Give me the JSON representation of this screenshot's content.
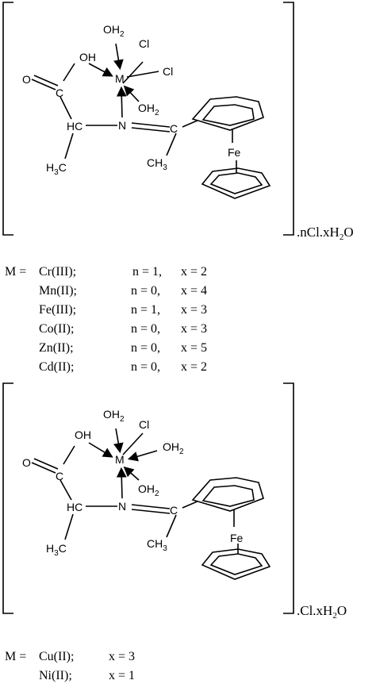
{
  "complex1": {
    "labels": {
      "oh_top": "OH",
      "cl1": "Cl",
      "oh": "OH",
      "metal": "M",
      "cl2": "Cl",
      "o": "O",
      "c": "C",
      "oh2_bot": "OH",
      "hc": "HC",
      "n": "N",
      "c_im": "C",
      "h3c": "H",
      "ch3": "CH",
      "fe": "Fe",
      "sub2": "2",
      "sub3": "3"
    },
    "suffix": ".nCl.xH",
    "suffix_sub": "2",
    "suffix_o": "O"
  },
  "table1": {
    "prefix": "M =",
    "rows": [
      {
        "metal": "Cr(III);",
        "n": "n = 1,",
        "x": "x = 2"
      },
      {
        "metal": "Mn(II);",
        "n": "n = 0,",
        "x": "x = 4"
      },
      {
        "metal": "Fe(III);",
        "n": "n = 1,",
        "x": "x = 3"
      },
      {
        "metal": "Co(II);",
        "n": "n = 0,",
        "x": "x = 3"
      },
      {
        "metal": "Zn(II);",
        "n": "n = 0,",
        "x": "x = 5"
      },
      {
        "metal": "Cd(II);",
        "n": "n = 0,",
        "x": "x = 2"
      }
    ]
  },
  "complex2": {
    "labels": {
      "oh_top": "OH",
      "cl1": "Cl",
      "oh": "OH",
      "metal": "M",
      "oh_right": "OH",
      "o": "O",
      "c": "C",
      "oh2_bot": "OH",
      "hc": "HC",
      "n": "N",
      "c_im": "C",
      "h3c": "H",
      "ch3": "CH",
      "fe": "Fe",
      "sub2": "2",
      "sub3": "3"
    },
    "suffix": ".Cl.xH",
    "suffix_sub": "2",
    "suffix_o": "O"
  },
  "table2": {
    "prefix": "M =",
    "rows": [
      {
        "metal": "Cu(II);",
        "x": "x = 3"
      },
      {
        "metal": "Ni(II);",
        "x": "x = 1"
      }
    ]
  }
}
